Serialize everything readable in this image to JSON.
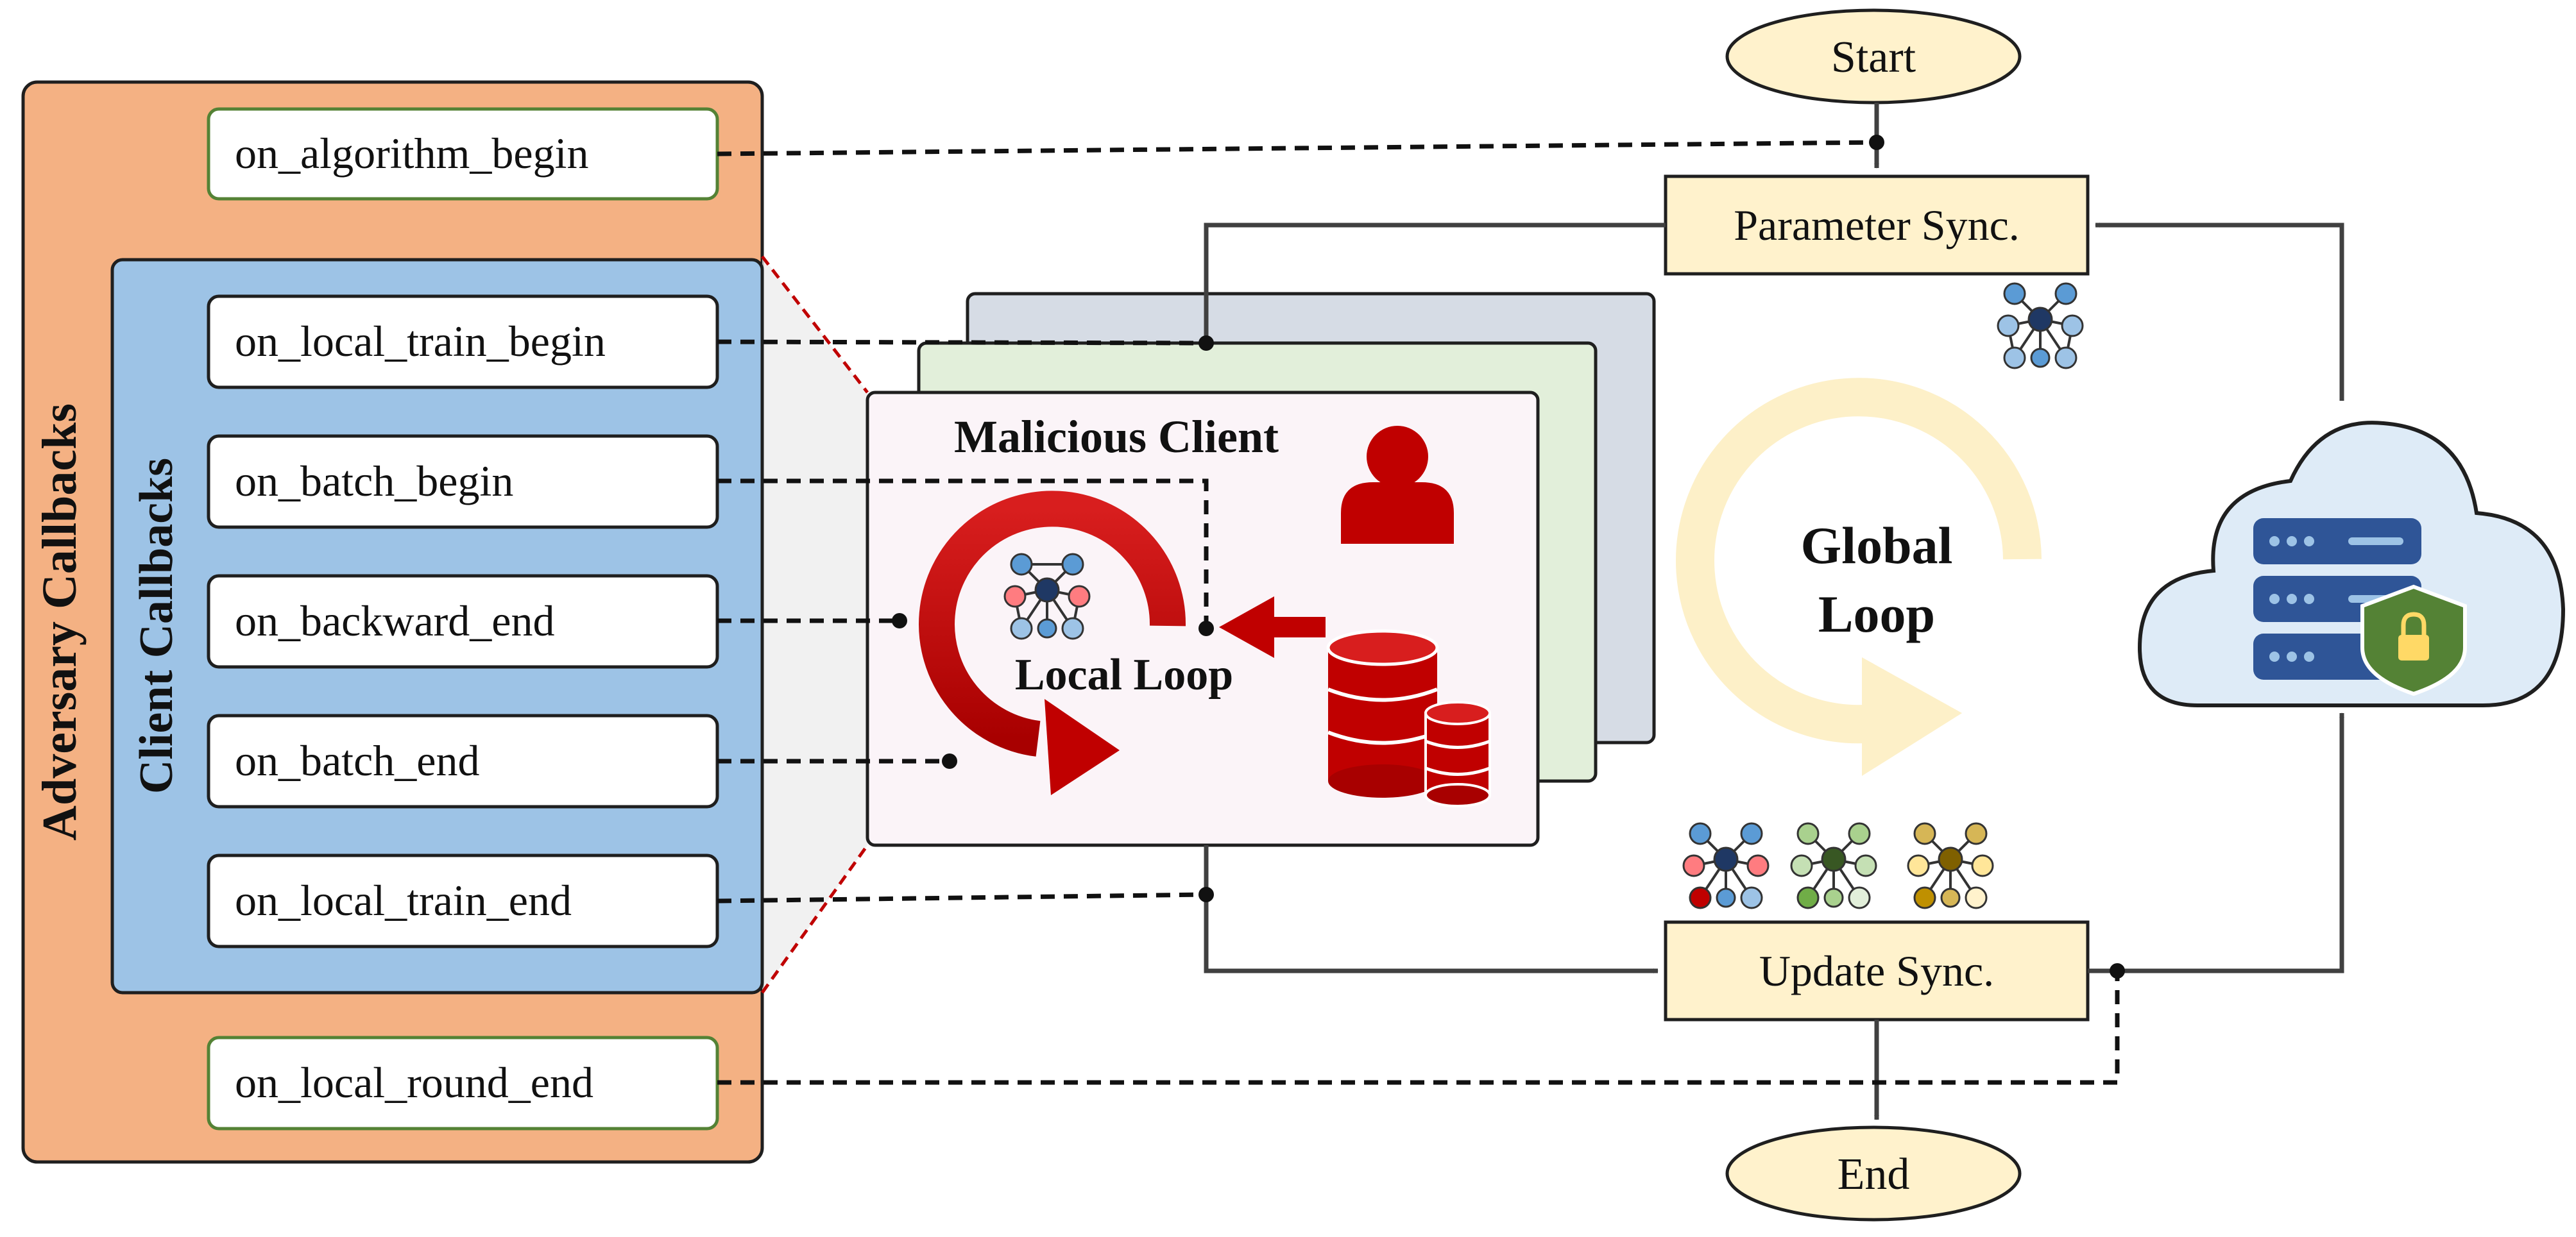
{
  "adversary_panel": {
    "title": "Adversary Callbacks",
    "callbacks": [
      "on_algorithm_begin",
      "on_local_round_end"
    ]
  },
  "client_panel": {
    "title": "Client Callbacks",
    "callbacks": [
      "on_local_train_begin",
      "on_batch_begin",
      "on_backward_end",
      "on_batch_end",
      "on_local_train_end"
    ]
  },
  "client_card": {
    "title": "Malicious Client",
    "local_loop": "Local Loop"
  },
  "global_loop": {
    "line1": "Global",
    "line2": "Loop"
  },
  "flow": {
    "start": "Start",
    "end": "End",
    "parameter_sync": "Parameter Sync.",
    "update_sync": "Update Sync."
  },
  "colors": {
    "adversary_fill": "#f4b183",
    "client_fill": "#9dc3e6",
    "callback_box_green_border": "#548235",
    "sync_fill": "#fff2cc",
    "malicious_red": "#c00000",
    "global_loop_arrow": "#fdf0c8",
    "cloud_fill": "#deebf7",
    "server_blue": "#2f5597",
    "shield_green": "#548235"
  },
  "icons": [
    "user-icon",
    "database-icon",
    "neural-network-icon",
    "cloud-server-icon",
    "shield-lock-icon"
  ]
}
